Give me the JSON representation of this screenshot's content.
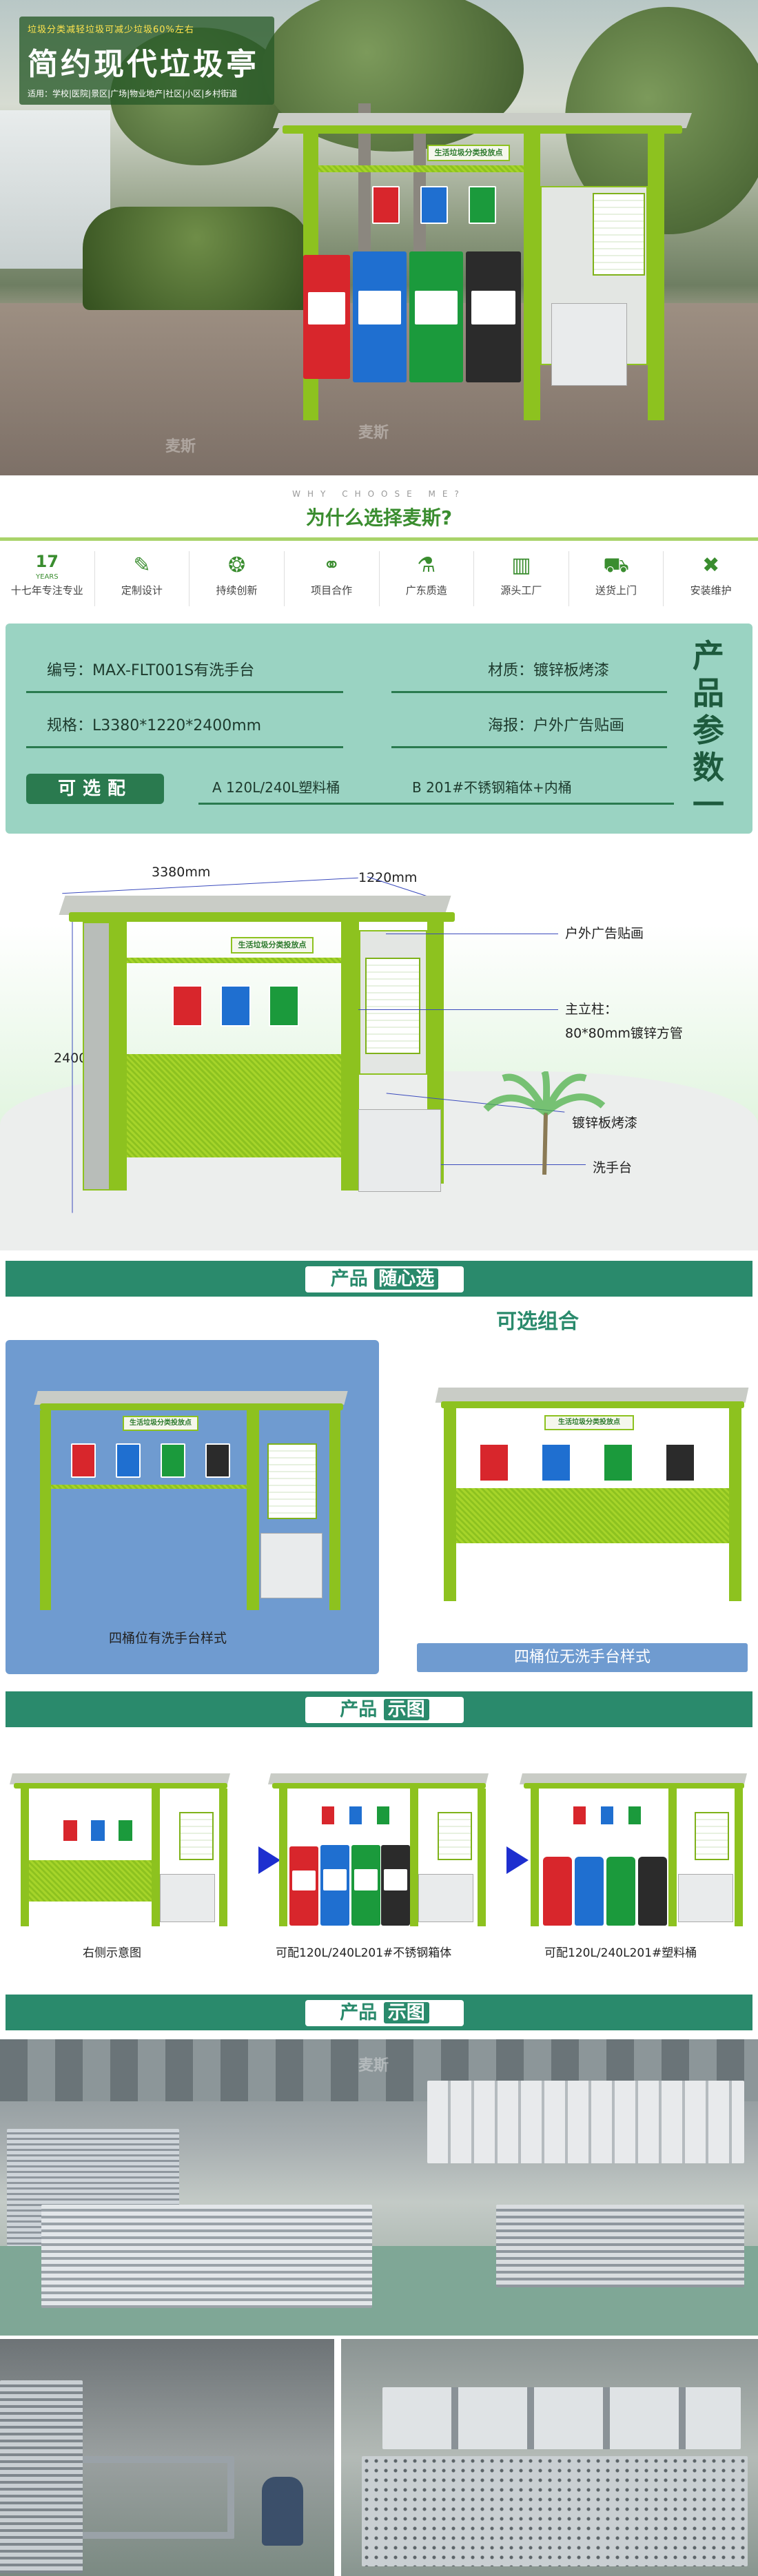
{
  "hero": {
    "subtitle_top": "垃圾分类减轻垃圾可减少垃圾60%左右",
    "title": "简约现代垃圾亭",
    "subtitle_bottom": "适用：学校|医院|景区|广场|物业地产|社区|小区|乡村街道",
    "sign_text": "生活垃圾分类投放点",
    "watermark": "麦斯"
  },
  "why": {
    "heading_en": "WHY CHOOSE ME?",
    "heading_cn": "为什么选择麦斯?",
    "years_number": "17",
    "years_unit": "YEARS",
    "items": [
      {
        "label": "十七年专注专业",
        "icon": "years-badge-icon"
      },
      {
        "label": "定制设计",
        "icon": "design-tools-icon"
      },
      {
        "label": "持续创新",
        "icon": "award-icon"
      },
      {
        "label": "项目合作",
        "icon": "handshake-icon"
      },
      {
        "label": "广东质造",
        "icon": "factory-icon"
      },
      {
        "label": "源头工厂",
        "icon": "building-icon"
      },
      {
        "label": "送货上门",
        "icon": "truck-icon"
      },
      {
        "label": "安装维护",
        "icon": "wrench-icon"
      }
    ]
  },
  "spec": {
    "code": "编号：MAX-FLT001S有洗手台",
    "material": "材质：镀锌板烤漆",
    "size": "规格：L3380*1220*2400mm",
    "poster": "海报：户外广告贴画",
    "option_button": "可选配",
    "option_a": "A  120L/240L塑料桶",
    "option_b": "B  201#不锈钢箱体+内桶",
    "vertical_title": [
      "产",
      "品",
      "参",
      "数",
      "一"
    ]
  },
  "dimension": {
    "length": "3380mm",
    "width": "1220mm",
    "height": "2400mm",
    "callouts": [
      "户外广告贴画",
      "主立柱：",
      "80*80mm镀锌方管",
      "镀锌板烤漆",
      "洗手台"
    ]
  },
  "sections": {
    "random_choice": {
      "a": "产品",
      "b": "随心选"
    },
    "showcase": {
      "a": "产品",
      "b": "示图"
    },
    "real_photo": {
      "a": "产品",
      "b": "示图"
    }
  },
  "options": {
    "title": "可选组合",
    "left_caption": "四桶位有洗手台样式",
    "right_caption": "四桶位无洗手台样式"
  },
  "showcase": {
    "captions": [
      "右侧示意图",
      "可配120L/240L201#不锈钢箱体",
      "可配120L/240L201#塑料桶"
    ]
  },
  "colors": {
    "brand_green": "#8dc21f",
    "dark_green": "#2a8a6c",
    "spec_bg": "#9ad3c2",
    "option_blue": "#6f9bd0",
    "bin_red": "#d8262c",
    "bin_blue": "#1f6fd0",
    "bin_green": "#1b9a3c",
    "bin_black": "#2b2b2b"
  }
}
